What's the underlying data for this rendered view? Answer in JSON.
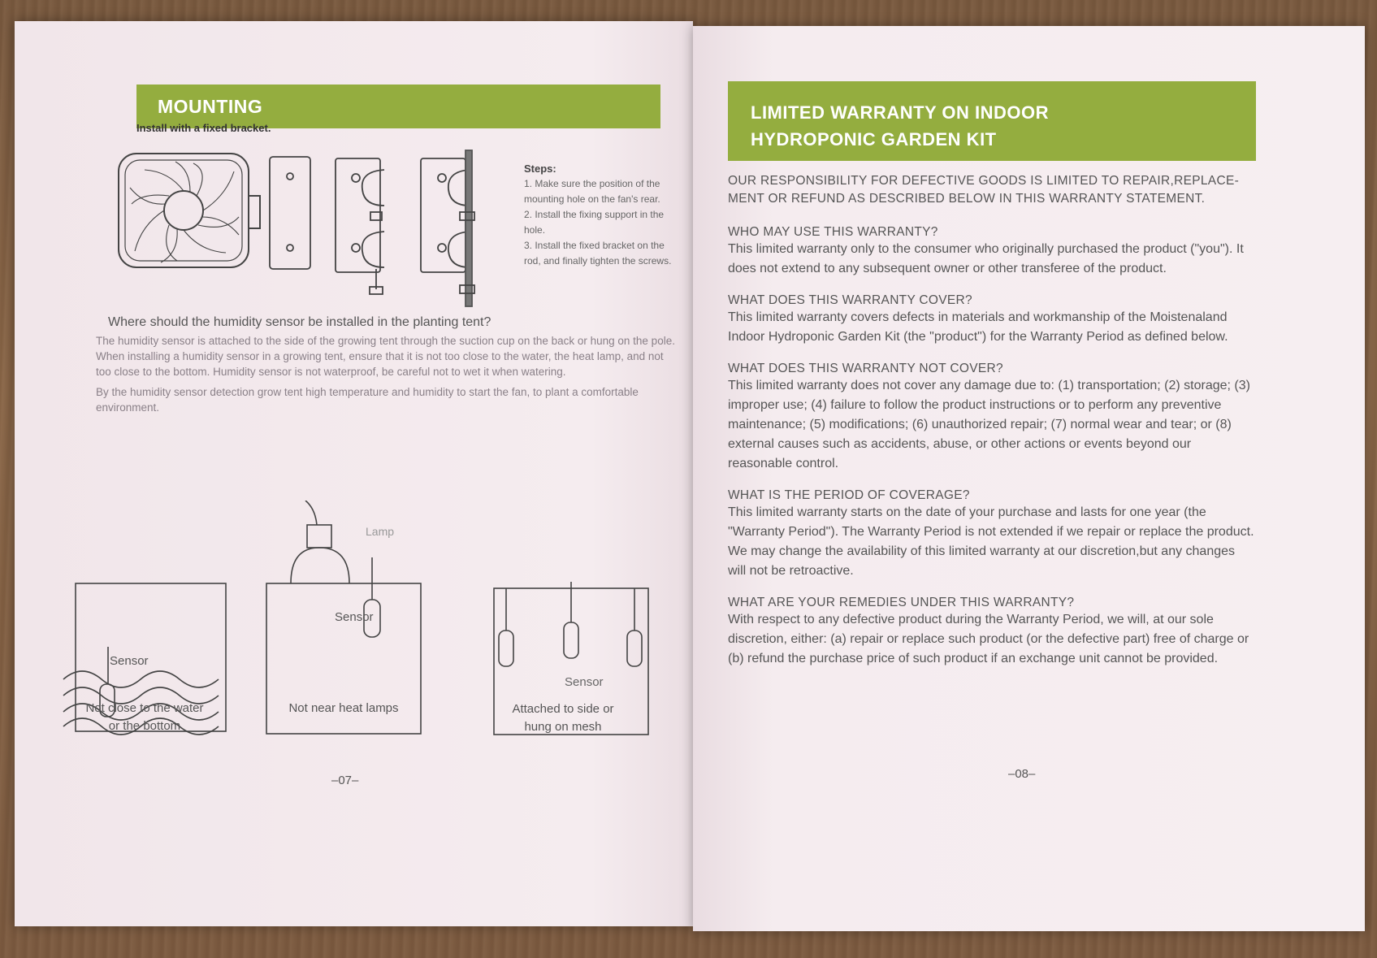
{
  "left_page": {
    "section_title": "MOUNTING",
    "install_note": "Install with a fixed bracket.",
    "steps_title": "Steps:",
    "steps": [
      "1. Make sure the position of the mounting hole on the fan's rear.",
      "2. Install the fixing support in the hole.",
      "3. Install the fixed bracket on the rod, and finally tighten the screws."
    ],
    "sensor_question": "Where should the humidity sensor be installed in the planting tent?",
    "sensor_description": "The humidity sensor is attached to the side of the growing tent through the suction cup on the back or hung on the pole. When installing a humidity sensor in a growing tent, ensure that it is not too close to the water, the heat lamp, and not too close to the bottom. Humidity sensor is not waterproof, be careful not to wet it when watering.",
    "sensor_description_2": "By the humidity sensor detection grow tent high temperature and humidity to start the fan, to plant a comfortable environment.",
    "diagrams": [
      {
        "label": "Sensor",
        "caption_line1": "Not close to the water",
        "caption_line2": "or the bottom"
      },
      {
        "label": "Sensor",
        "lamp_label": "Lamp",
        "caption_line1": "Not near heat lamps",
        "caption_line2": ""
      },
      {
        "label": "Sensor",
        "caption_line1": "Attached to side or",
        "caption_line2": "hung on mesh"
      }
    ],
    "page_number": "–07–"
  },
  "right_page": {
    "section_title_line1": "LIMITED WARRANTY ON INDOOR",
    "section_title_line2": "HYDROPONIC GARDEN KIT",
    "intro": "OUR RESPONSIBILITY FOR DEFECTIVE GOODS IS LIMITED TO REPAIR,REPLACE-MENT OR REFUND AS DESCRIBED BELOW IN THIS WARRANTY STATEMENT.",
    "sections": [
      {
        "heading": "WHO MAY USE THIS WARRANTY?",
        "body": "This limited warranty only to the consumer who originally purchased the product (\"you\"). It does not extend to any subsequent owner or other transferee of the product."
      },
      {
        "heading": "WHAT DOES THIS WARRANTY COVER?",
        "body": "This limited warranty covers defects in materials and workmanship of the Moistenaland Indoor Hydroponic Garden Kit (the \"product\") for the Warranty Period as defined below."
      },
      {
        "heading": "WHAT DOES THIS WARRANTY NOT COVER?",
        "body": "This limited warranty does not cover any damage due to: (1) transportation; (2) storage; (3) improper use; (4) failure to follow the product instructions or to perform any preventive maintenance; (5) modifications; (6) unauthorized repair; (7) normal wear and tear; or (8) external causes such as accidents, abuse, or other actions or events beyond our reasonable control."
      },
      {
        "heading": "WHAT IS THE PERIOD OF COVERAGE?",
        "body": "This limited warranty starts on the date of your purchase and lasts for one year (the \"Warranty Period\"). The Warranty Period is not extended if we repair or replace the product. We may change the availability of this limited warranty at our discretion,but any changes will not be retroactive."
      },
      {
        "heading": "WHAT ARE YOUR REMEDIES UNDER THIS WARRANTY?",
        "body": "With respect to any defective product during the Warranty Period, we will, at our sole discretion, either: (a) repair or replace such product (or the defective part) free of charge or (b) refund the purchase price of such product if an exchange unit cannot be provided."
      }
    ],
    "page_number": "–08–"
  },
  "colors": {
    "banner": "#94ad3f",
    "paper": "#f3e9ec",
    "text": "#555555"
  }
}
